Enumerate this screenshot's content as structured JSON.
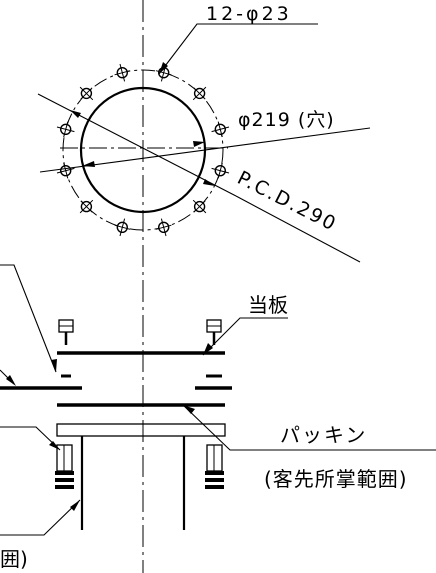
{
  "labels": {
    "bolt_holes": "12-φ23",
    "bore": "φ219 (穴)",
    "pcd": "P.C.D.290",
    "backing_plate": "当板",
    "gasket": "パッキン",
    "customer_scope": "(客先所掌範囲)",
    "cut_off": "囲)"
  }
}
